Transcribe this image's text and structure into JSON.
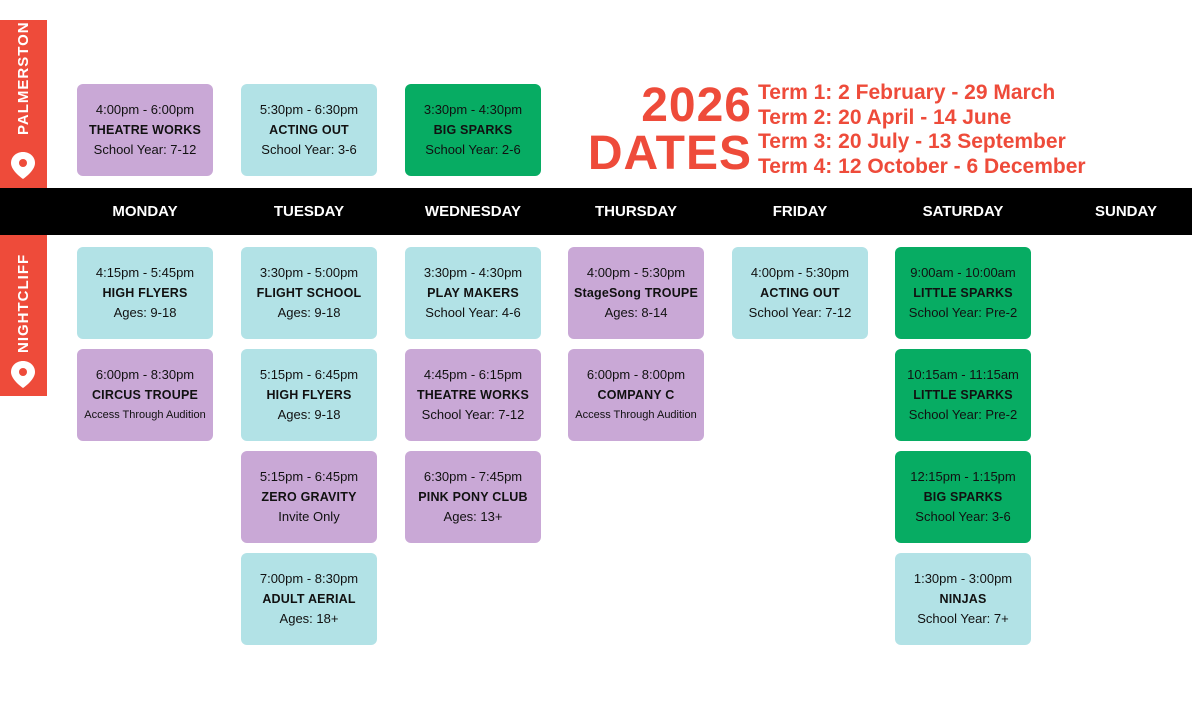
{
  "sidebar": {
    "palmerston": "PALMERSTON",
    "nightcliff": "NIGHTCLIFF"
  },
  "header": {
    "year": "2026",
    "dates_label": "DATES",
    "terms": [
      "Term 1: 2 February - 29 March",
      "Term 2: 20 April - 14 June",
      "Term 3: 20 July - 13 September",
      "Term 4: 12 October - 6 December"
    ]
  },
  "days": [
    "MONDAY",
    "TUESDAY",
    "WEDNESDAY",
    "THURSDAY",
    "FRIDAY",
    "SATURDAY",
    "SUNDAY"
  ],
  "palmerston_classes": [
    {
      "time": "4:00pm - 6:00pm",
      "name": "THEATRE WORKS",
      "detail": "School Year: 7-12"
    },
    {
      "time": "5:30pm - 6:30pm",
      "name": "ACTING OUT",
      "detail": "School Year: 3-6"
    },
    {
      "time": "3:30pm - 4:30pm",
      "name": "BIG SPARKS",
      "detail": "School Year: 2-6"
    }
  ],
  "nightcliff_classes": {
    "monday": [
      {
        "time": "4:15pm - 5:45pm",
        "name": "HIGH FLYERS",
        "detail": "Ages: 9-18"
      },
      {
        "time": "6:00pm - 8:30pm",
        "name": "CIRCUS TROUPE",
        "detail": "Access Through Audition"
      }
    ],
    "tuesday": [
      {
        "time": "3:30pm - 5:00pm",
        "name": "FLIGHT SCHOOL",
        "detail": "Ages: 9-18"
      },
      {
        "time": "5:15pm - 6:45pm",
        "name": "HIGH FLYERS",
        "detail": "Ages: 9-18"
      },
      {
        "time": "5:15pm - 6:45pm",
        "name": "ZERO GRAVITY",
        "detail": "Invite Only"
      },
      {
        "time": "7:00pm - 8:30pm",
        "name": "ADULT AERIAL",
        "detail": "Ages: 18+"
      }
    ],
    "wednesday": [
      {
        "time": "3:30pm - 4:30pm",
        "name": "PLAY MAKERS",
        "detail": "School Year: 4-6"
      },
      {
        "time": "4:45pm - 6:15pm",
        "name": "THEATRE WORKS",
        "detail": "School Year: 7-12"
      },
      {
        "time": "6:30pm - 7:45pm",
        "name": "PINK PONY CLUB",
        "detail": "Ages: 13+"
      }
    ],
    "thursday": [
      {
        "time": "4:00pm - 5:30pm",
        "name": "StageSong TROUPE",
        "detail": "Ages: 8-14"
      },
      {
        "time": "6:00pm - 8:00pm",
        "name": "COMPANY C",
        "detail": "Access Through Audition"
      }
    ],
    "friday": [
      {
        "time": "4:00pm - 5:30pm",
        "name": "ACTING OUT",
        "detail": "School Year: 7-12"
      }
    ],
    "saturday": [
      {
        "time": "9:00am - 10:00am",
        "name": "LITTLE SPARKS",
        "detail": "School Year: Pre-2"
      },
      {
        "time": "10:15am - 11:15am",
        "name": "LITTLE SPARKS",
        "detail": "School Year: Pre-2"
      },
      {
        "time": "12:15pm - 1:15pm",
        "name": "BIG SPARKS",
        "detail": "School Year: 3-6"
      },
      {
        "time": "1:30pm - 3:00pm",
        "name": "NINJAS",
        "detail": "School Year: 7+"
      }
    ]
  },
  "colors": {
    "accent_red": "#ee4b3a",
    "purple": "#c9a8d6",
    "light_blue": "#b2e2e6",
    "green": "#07ac63",
    "bar": "#000000"
  }
}
